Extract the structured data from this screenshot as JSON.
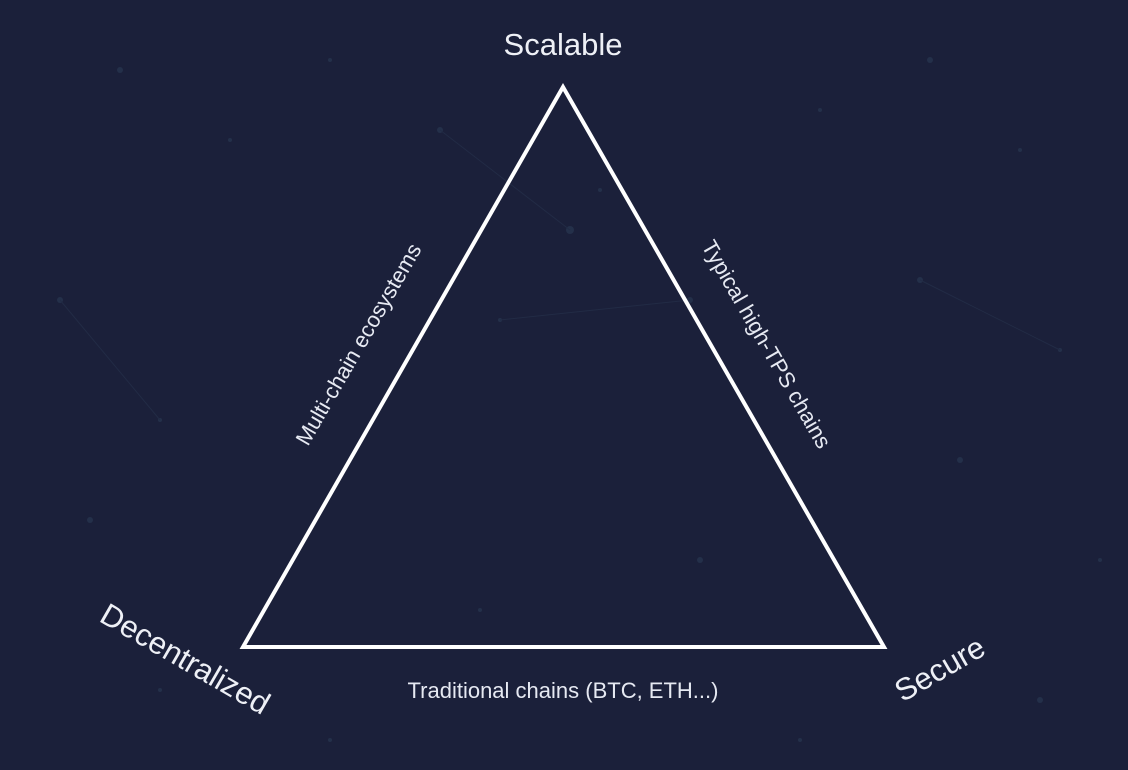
{
  "diagram": {
    "vertices": {
      "top": "Scalable",
      "left": "Decentralized",
      "right": "Secure"
    },
    "edges": {
      "left": "Multi-chain ecosystems",
      "right": "Typical high-TPS chains",
      "bottom": "Traditional chains (BTC, ETH...)"
    }
  },
  "colors": {
    "background": "#1b203a",
    "line": "#ffffff",
    "text": "#eef0f6"
  }
}
